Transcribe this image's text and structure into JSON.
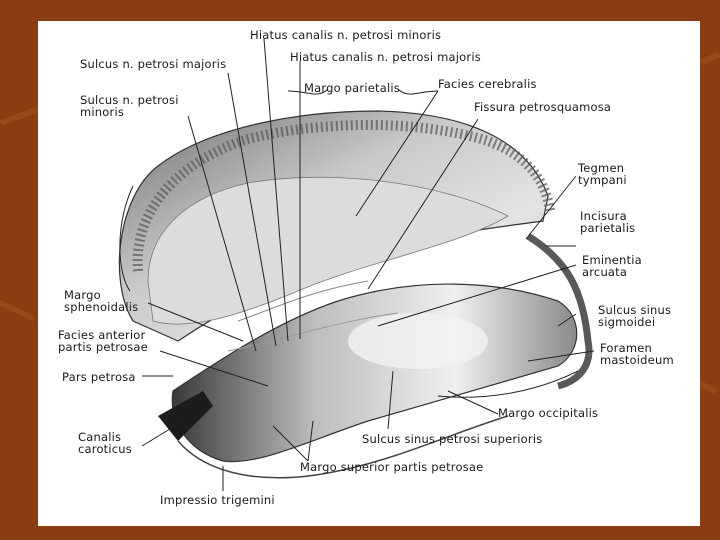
{
  "colors": {
    "background": "#8a3d12",
    "panel": "#ffffff",
    "ink": "#1a1a1a"
  },
  "labels": {
    "hiatus_minoris": "Hiatus canalis n. petrosi minoris",
    "hiatus_majoris": "Hiatus  canalis n. petrosi majoris",
    "sulcus_majoris": "Sulcus n. petrosi majoris",
    "sulcus_minoris": "Sulcus n. petrosi\nminoris",
    "margo_parietalis": "Margo parietalis",
    "facies_cerebralis": "Facies cerebralis",
    "fissura": "Fissura petrosquamosa",
    "tegmen": "Tegmen\ntympani",
    "incisura": "Incisura\nparietalis",
    "eminentia": "Eminentia\narcuata",
    "margo_sphenoidalis": "Margo\nsphenoidalis",
    "sulcus_sinus_sigmoidei": "Sulcus sinus\nsigmoidei",
    "facies_anterior": "Facies anterior\npartis petrosae",
    "foramen": "Foramen\nmastoideum",
    "pars_petrosa": "Pars petrosa",
    "margo_occipitalis": "Margo occipitalis",
    "canalis": "Canalis\ncaroticus",
    "sulcus_sinus_petrosi": "Sulcus sinus petrosi  superioris",
    "margo_superior": "Margo superior partis petrosae",
    "impressio": "Impressio trigemini"
  }
}
